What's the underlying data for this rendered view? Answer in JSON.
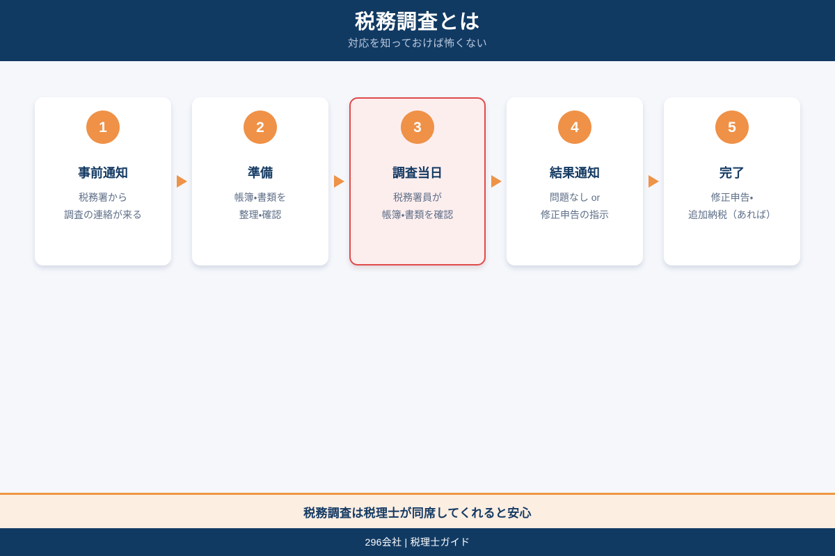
{
  "header": {
    "title": "税務調査とは",
    "subtitle": "対応を知っておけば怖くない",
    "bg_color": "#113a63",
    "title_color": "#ffffff",
    "subtitle_color": "#b9c8dc"
  },
  "colors": {
    "page_background": "#f5f7fb",
    "accent_orange": "#ef9147",
    "navy": "#113a63",
    "highlight_border": "#e04a4a",
    "highlight_bg": "#fdeeee",
    "banner_bg": "#fdeee2",
    "card_bg": "#ffffff",
    "title_text": "#143a63",
    "body_text": "#5d6e87"
  },
  "flow": {
    "connector_icon": "triangle-right-icon",
    "steps": [
      {
        "number": "1",
        "title": "事前通知",
        "description": "税務署から\n調査の連絡が来る",
        "highlighted": false
      },
      {
        "number": "2",
        "title": "準備",
        "description": "帳簿・書類を\n整理・確認",
        "highlighted": false
      },
      {
        "number": "3",
        "title": "調査当日",
        "description": "税務署員が\n帳簿・書類を確認",
        "highlighted": true
      },
      {
        "number": "4",
        "title": "結果通知",
        "description": "問題なし or\n修正申告の指示",
        "highlighted": false
      },
      {
        "number": "5",
        "title": "完了",
        "description": "修正申告・\n追加納税（あれば）",
        "highlighted": false
      }
    ]
  },
  "tip_banner": {
    "text": "税務調査は税理士が同席してくれると安心"
  },
  "footer": {
    "text": "296会社 | 税理士ガイド"
  }
}
